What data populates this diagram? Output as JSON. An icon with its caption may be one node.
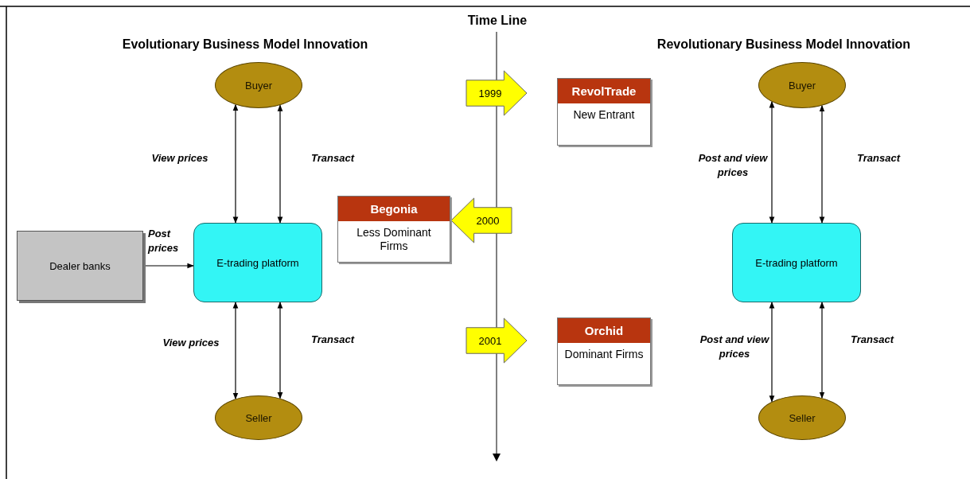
{
  "diagram": {
    "nodes": [
      {
        "text": [
          "Buyer"
        ]
      },
      {
        "text": [
          "Dealer banks"
        ]
      },
      {
        "text": [
          "E-trading platform"
        ]
      },
      {
        "text": [
          "Seller"
        ]
      },
      {
        "text": [
          "1999"
        ]
      },
      {
        "text": [
          "RevolTrade",
          "New Entrant"
        ]
      },
      {
        "text": [
          "2000"
        ]
      },
      {
        "text": [
          "Begonia",
          "Less Dominant Firms"
        ]
      },
      {
        "text": [
          "2001"
        ]
      },
      {
        "text": [
          "Orchid",
          "Dominant Firms"
        ]
      },
      {
        "text": [
          "Buyer"
        ]
      },
      {
        "text": [
          "E-trading platform"
        ]
      },
      {
        "text": [
          "Seller"
        ]
      }
    ],
    "edges": [
      {
        "from": 0,
        "to": 2,
        "arrow": "both",
        "label": "View prices"
      },
      {
        "from": 0,
        "to": 2,
        "arrow": "both",
        "label": "Transact"
      },
      {
        "from": 1,
        "to": 2,
        "arrow": "to",
        "label": "Post prices"
      },
      {
        "from": 2,
        "to": 3,
        "arrow": "both",
        "label": "View prices"
      },
      {
        "from": 2,
        "to": 3,
        "arrow": "both",
        "label": "Transact"
      },
      {
        "from": 10,
        "to": 11,
        "arrow": "both",
        "label": "Post and view prices"
      },
      {
        "from": 10,
        "to": 11,
        "arrow": "both",
        "label": "Transact"
      },
      {
        "from": 11,
        "to": 12,
        "arrow": "both",
        "label": "Post and view prices"
      },
      {
        "from": 11,
        "to": 12,
        "arrow": "both",
        "label": "Transact"
      }
    ],
    "labels": [
      "Time Line",
      "Evolutionary Business Model Innovation",
      "Revolutionary Business Model Innovation"
    ]
  }
}
